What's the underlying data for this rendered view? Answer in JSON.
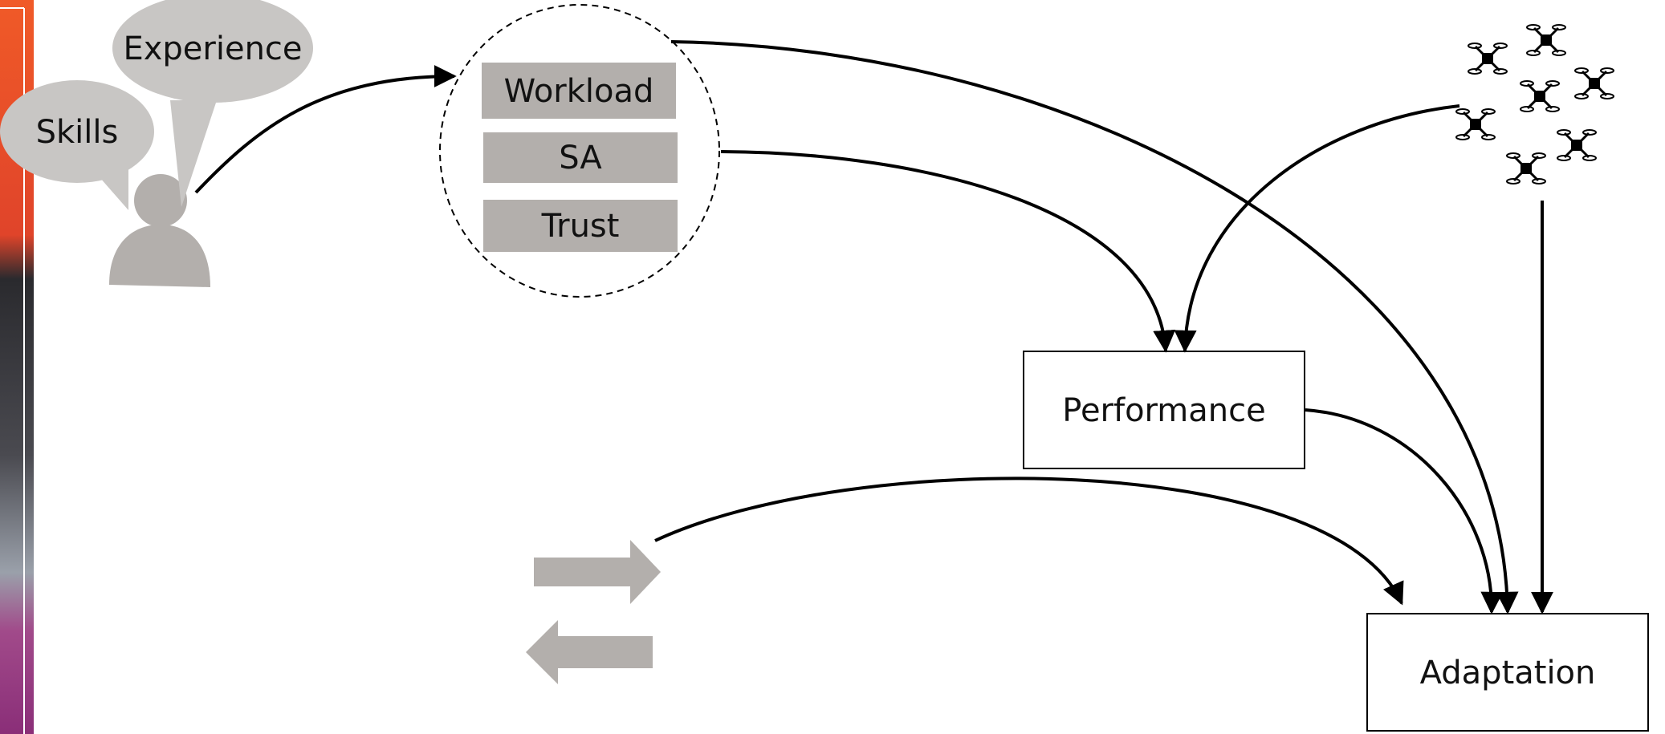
{
  "diagram": {
    "human": {
      "bubbles": [
        "Experience",
        "Skills"
      ]
    },
    "human_factors": [
      "Workload",
      "SA",
      "Trust"
    ],
    "nodes": {
      "performance": "Performance",
      "adaptation": "Adaptation"
    },
    "colors": {
      "accent_orange": "#f05a28",
      "grey": "#b3afac",
      "line": "#000000"
    }
  }
}
